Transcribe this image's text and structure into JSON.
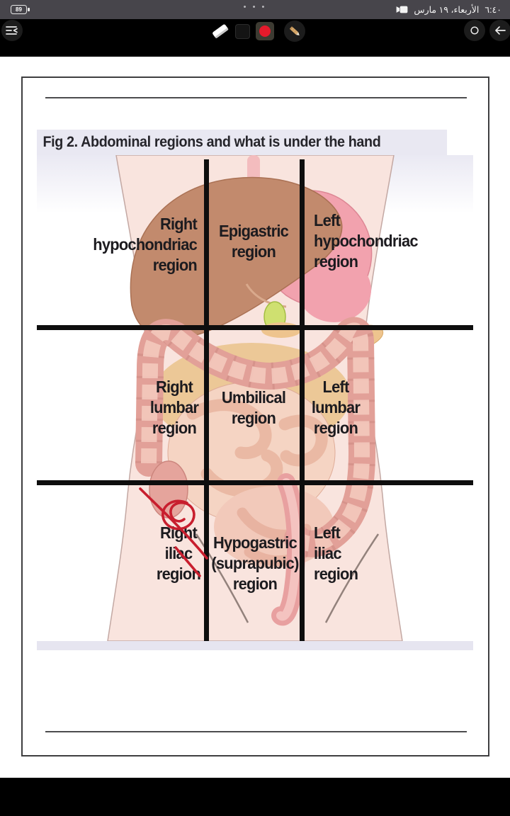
{
  "status_bar": {
    "battery_percent": "89",
    "overflow_dots": "• • •",
    "date": "الأربعاء، ١٩ مارس",
    "time": "٦:٤٠"
  },
  "toolbar": {
    "tools": {
      "menu": "collapse-sidebar",
      "eraser": "eraser",
      "color_black": "#141414",
      "color_red": "#e51a2b",
      "pen": "pencil",
      "shape": "circle",
      "back": "arrow-left"
    }
  },
  "figure": {
    "title": "Fig 2. Abdominal regions and what is under the hand",
    "regions": [
      {
        "id": "right-hypochondriac",
        "lines": [
          "Right",
          "hypochondriac",
          "region"
        ]
      },
      {
        "id": "epigastric",
        "lines": [
          "Epigastric",
          "region"
        ]
      },
      {
        "id": "left-hypochondriac",
        "lines": [
          "Left",
          "hypochondriac",
          "region"
        ]
      },
      {
        "id": "right-lumbar",
        "lines": [
          "Right",
          "lumbar",
          "region"
        ]
      },
      {
        "id": "umbilical",
        "lines": [
          "Umbilical",
          "region"
        ]
      },
      {
        "id": "left-lumbar",
        "lines": [
          "Left",
          "lumbar",
          "region"
        ]
      },
      {
        "id": "right-iliac",
        "lines": [
          "Right",
          "iliac",
          "region"
        ]
      },
      {
        "id": "hypogastric",
        "lines": [
          "Hypogastric",
          "(suprapubic)",
          "region"
        ]
      },
      {
        "id": "left-iliac",
        "lines": [
          "Left",
          "iliac",
          "region"
        ]
      }
    ],
    "annotation": {
      "tool": "pen",
      "color": "#c81e2e",
      "target": "right-iliac-region"
    }
  },
  "colors": {
    "status_bar_bg": "#47454b",
    "toolbar_bg": "#000000",
    "title_bar_bg": "#e9e8f2",
    "page_bg": "#ffffff",
    "skin": "#f9e4de",
    "liver": "#c28a6d",
    "large_intestine": "#e2a098",
    "small_intestine": "#f5d4c3",
    "grid_line": "#0e0e0e",
    "selected_pen_red": "#e51a2b"
  }
}
